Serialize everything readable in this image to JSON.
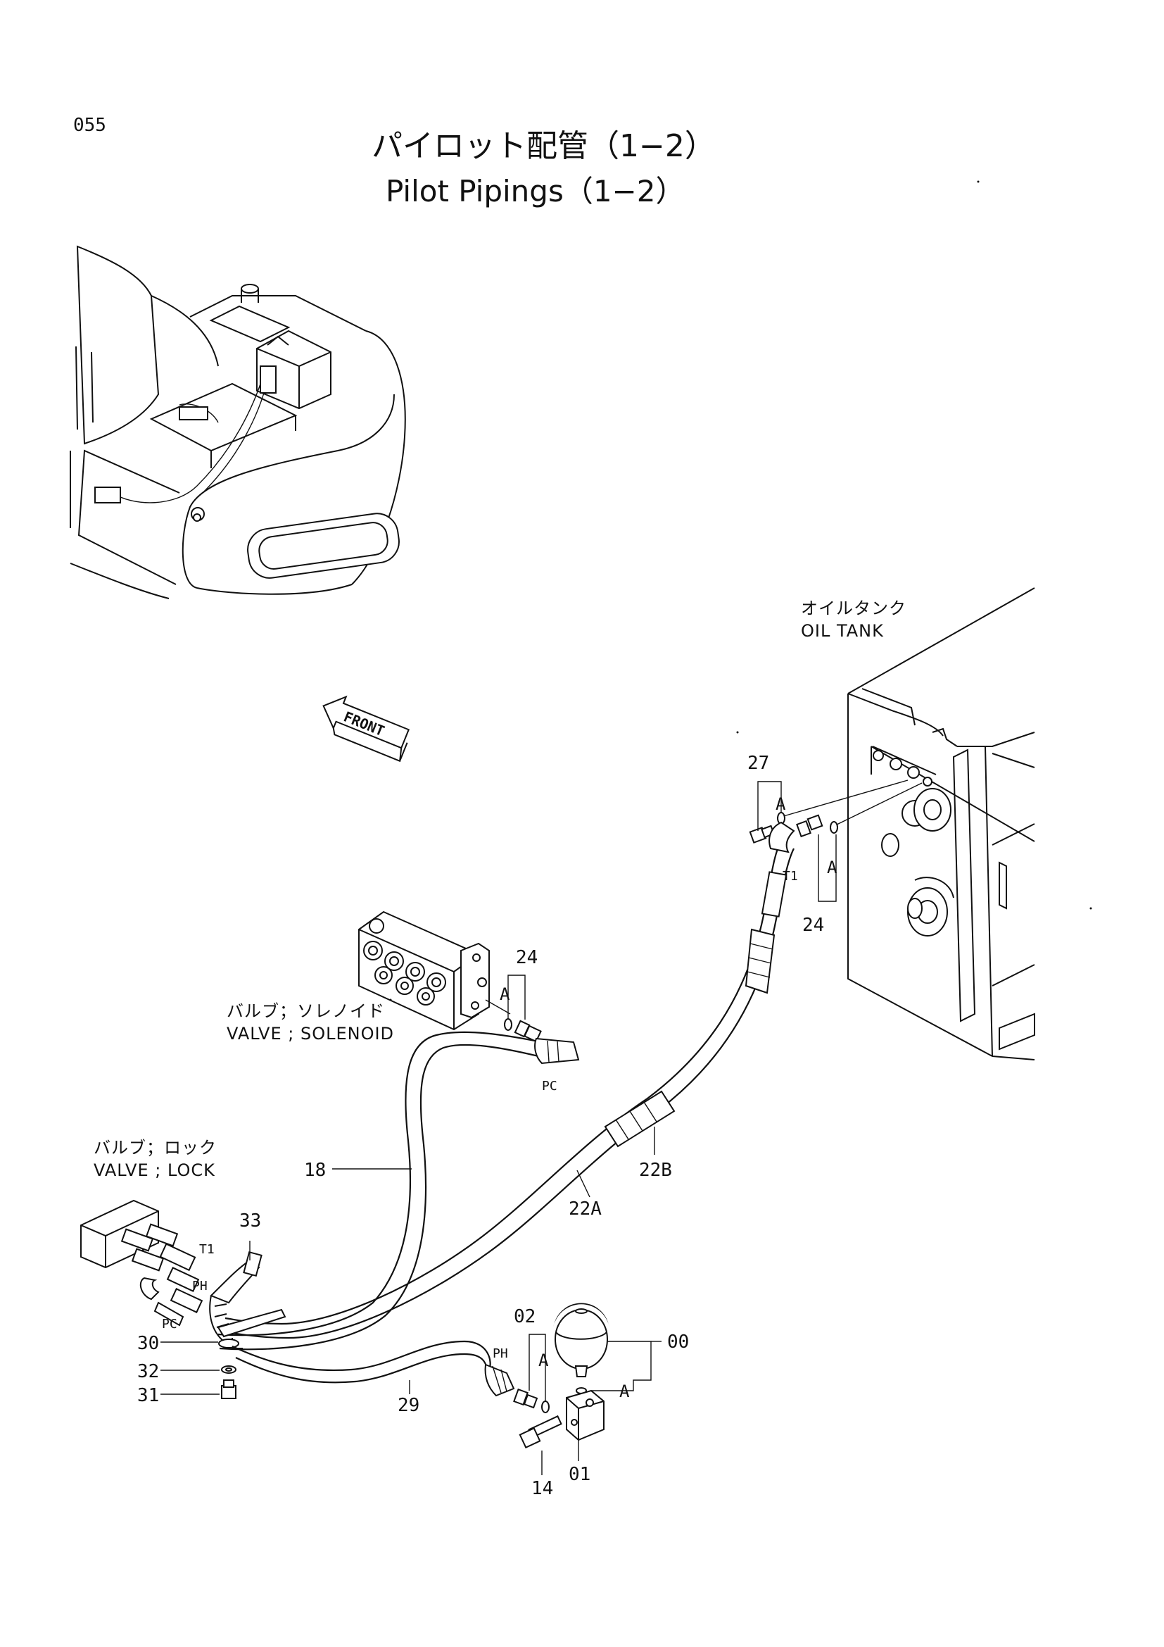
{
  "page": {
    "number": "055"
  },
  "title": {
    "japanese": "パイロット配管（1−2）",
    "english": "Pilot Pipings（1−2）"
  },
  "front_arrow": {
    "label": "FRONT"
  },
  "components": {
    "oil_tank": {
      "japanese": "オイルタンク",
      "english": "OIL  TANK"
    },
    "solenoid_valve": {
      "japanese": "バルブ；ソレノイド",
      "english": "VALVE ; SOLENOID"
    },
    "lock_valve": {
      "japanese": "バルブ；ロック",
      "english": "VALVE ; LOCK"
    }
  },
  "part_numbers": {
    "p27": "27",
    "p24_tank": "24",
    "p24_solenoid": "24",
    "p18": "18",
    "p22A": "22A",
    "p22B": "22B",
    "p33": "33",
    "p30": "30",
    "p32": "32",
    "p31": "31",
    "p29": "29",
    "p02": "02",
    "p00": "00",
    "p01": "01",
    "p14": "14"
  },
  "port_labels": {
    "t1_tank": "T1",
    "pc_solenoid": "PC",
    "t1_lock": "T1",
    "ph_lock": "PH",
    "pc_lock": "PC",
    "ph_accum": "PH"
  },
  "ref_letters": {
    "a_tank_left": "A",
    "a_tank_right": "A",
    "a_solenoid": "A",
    "a_02": "A",
    "a_00": "A"
  }
}
